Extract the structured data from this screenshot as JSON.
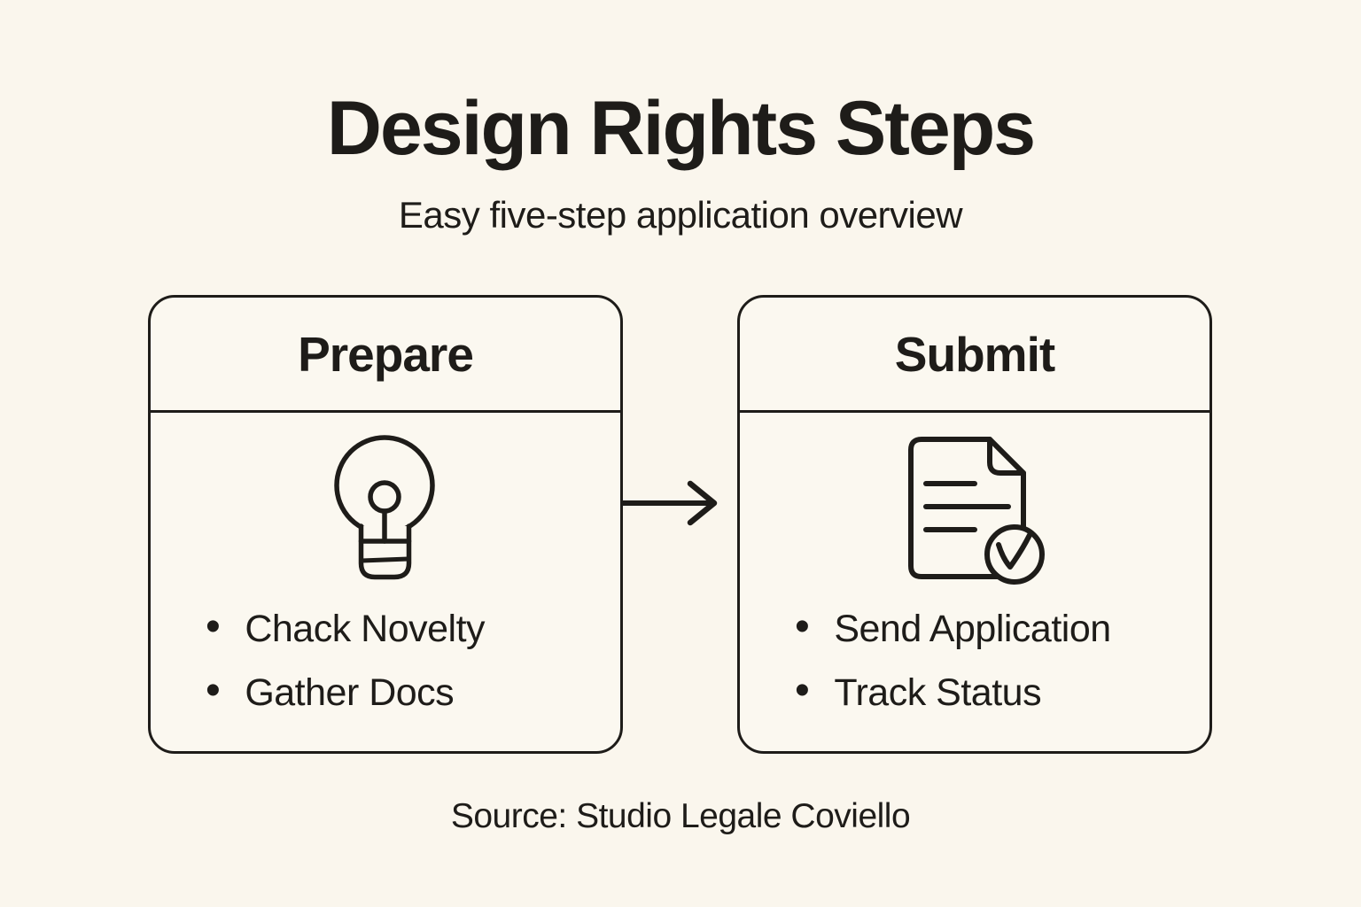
{
  "colors": {
    "background": "#FAF6ED",
    "card_fill": "#FBF8F0",
    "stroke": "#1E1C19",
    "text": "#1E1C19"
  },
  "header": {
    "title": "Design Rights Steps",
    "subtitle": "Easy five-step application overview"
  },
  "steps": [
    {
      "title": "Prepare",
      "icon": "lightbulb-icon",
      "bullets": [
        "Chack Novelty",
        "Gather Docs"
      ]
    },
    {
      "title": "Submit",
      "icon": "document-check-icon",
      "bullets": [
        "Send Application",
        "Track Status"
      ]
    }
  ],
  "connector": {
    "icon": "arrow-right-icon",
    "direction": "right"
  },
  "footer": {
    "source": "Source: Studio Legale Coviello"
  }
}
